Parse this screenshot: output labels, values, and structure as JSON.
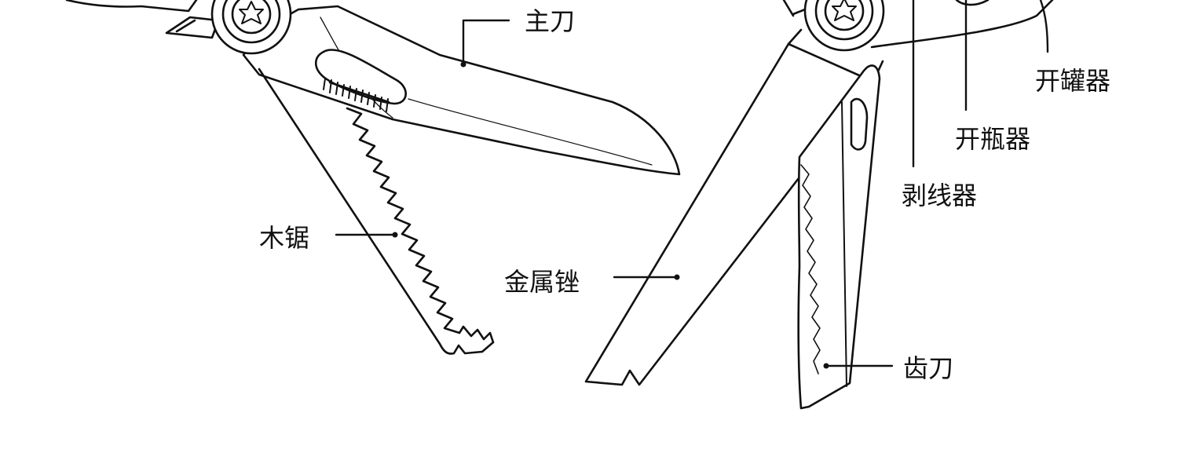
{
  "labels": {
    "main_blade": "主刀",
    "wood_saw": "木锯",
    "metal_file": "金属锉",
    "serrated_blade": "齿刀",
    "wire_stripper": "剥线器",
    "bottle_opener": "开瓶器",
    "can_opener": "开罐器"
  },
  "colors": {
    "line": "#111111",
    "background": "#ffffff"
  }
}
